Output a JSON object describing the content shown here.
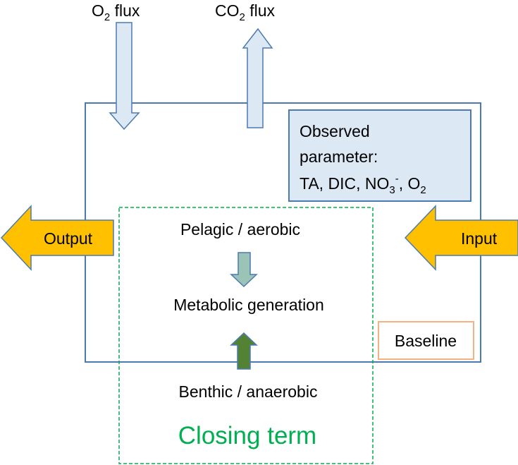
{
  "fluxes": {
    "o2": {
      "main": "O",
      "sub": "2",
      "rest": " flux"
    },
    "co2": {
      "main": "CO",
      "sub": "2",
      "rest": " flux"
    }
  },
  "observed": {
    "line1": "Observed",
    "line2": "parameter:",
    "line3_a": "TA, DIC, NO",
    "line3_sub": "3",
    "line3_sup": "-",
    "line3_b": ", O",
    "line3_sub2": "2"
  },
  "output_label": "Output",
  "input_label": "Input",
  "pelagic_label": "Pelagic / aerobic",
  "metabolic_label": "Metabolic generation",
  "benthic_label": "Benthic / anaerobic",
  "baseline_label": "Baseline",
  "closing_label": "Closing term",
  "colors": {
    "box_border": "#4a7ab0",
    "light_blue_fill": "#dde8f5",
    "orange_fill": "#ffc000",
    "teal_arrow": "#9cc4b6",
    "green_arrow": "#548235",
    "closing_green": "#00b050",
    "baseline_border": "#f4b183"
  }
}
